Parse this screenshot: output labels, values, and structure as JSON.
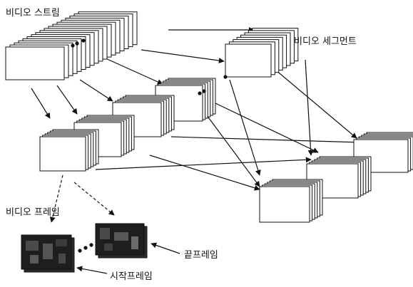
{
  "labels": {
    "video_stream": "비디오 스트림",
    "video_segment": "비디오 세그먼트",
    "video_frame": "비디오 프레임",
    "end_frame": "끝프레임",
    "start_frame": "시작프레임"
  },
  "colors": {
    "stroke": "#111111",
    "card_fill": "#ffffff",
    "frame_fill": "#1e1e1e"
  }
}
